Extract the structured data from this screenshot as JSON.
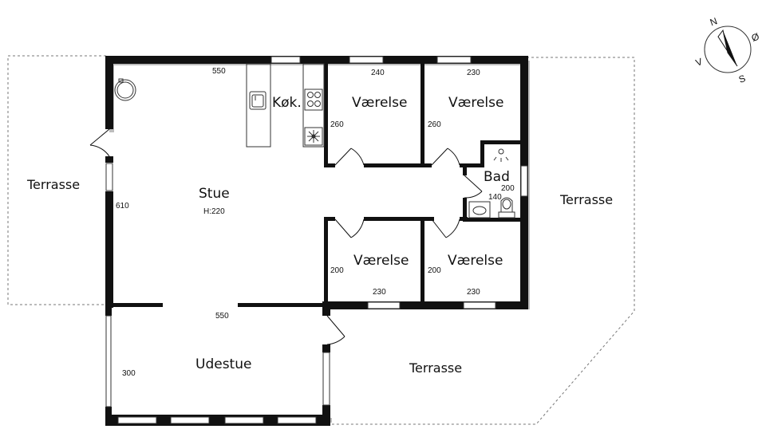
{
  "rooms": {
    "stue": "Stue",
    "stue_height": "H:220",
    "kok": "Køk.",
    "vaerelse_1": "Værelse",
    "vaerelse_2": "Værelse",
    "vaerelse_3": "Værelse",
    "vaerelse_4": "Værelse",
    "bad": "Bad",
    "udestue": "Udestue"
  },
  "terraces": {
    "west": "Terrasse",
    "east": "Terrasse",
    "south": "Terrasse"
  },
  "dimensions": {
    "stue_width_top": "550",
    "stue_depth": "610",
    "vaerelse_1_width": "240",
    "vaerelse_2_width": "230",
    "vaerelse_1_depth": "260",
    "vaerelse_2_depth": "260",
    "bad_depth": "200",
    "bad_width": "140",
    "vaerelse_3_depth": "200",
    "vaerelse_4_depth": "200",
    "vaerelse_3_width": "230",
    "vaerelse_4_width": "230",
    "udestue_width": "550",
    "udestue_depth": "300"
  },
  "compass": {
    "north": "N",
    "east": "Ø",
    "south": "S",
    "west": "V"
  },
  "icons": [
    "compass-icon",
    "stove-icon",
    "sink-icon",
    "fan-icon",
    "toilet-icon",
    "washbasin-icon",
    "shower-icon",
    "stove-heater-icon"
  ]
}
